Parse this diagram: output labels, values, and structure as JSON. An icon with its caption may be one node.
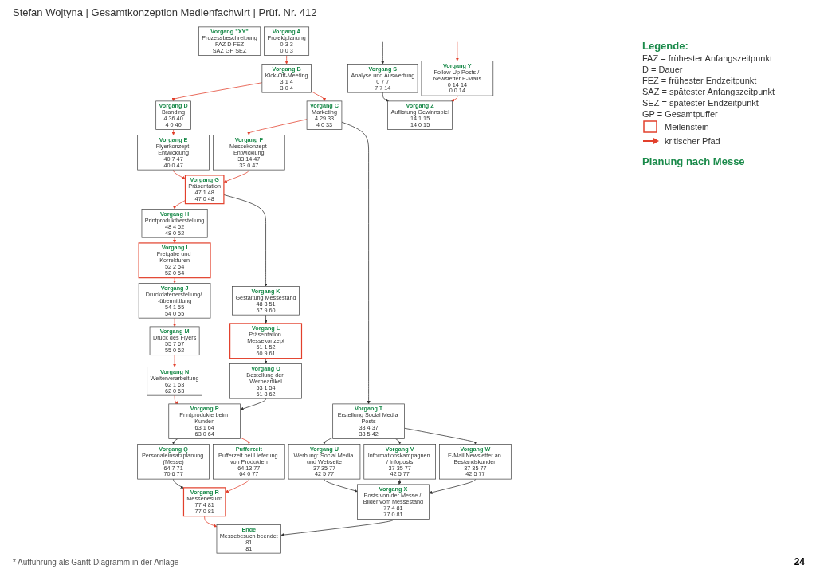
{
  "diagram": {
    "title": "Stefan Wojtyna | Gesamtkonzeption Medienfachwirt | Prüf. Nr. 412",
    "nodes": [
      {
        "text": [
          "Vorgang A",
          "Projektplanung",
          "0 3 3",
          "0 0 3"
        ]
      },
      {
        "text": [
          "Vorgang B",
          "Kick-Off-Meeting",
          "3 1 4",
          "3 0 4"
        ]
      },
      {
        "text": [
          "Vorgang C",
          "Marketing",
          "4 29 33",
          "4 0 33"
        ]
      },
      {
        "text": [
          "Vorgang D",
          "Branding",
          "4 36 40",
          "4 0 40"
        ]
      },
      {
        "text": [
          "Vorgang E",
          "Flyerkonzept Entwicklung",
          "40 7 47",
          "40 0 47"
        ]
      },
      {
        "text": [
          "Vorgang F",
          "Messekonzept Entwicklung",
          "33 14 47",
          "33 0 47"
        ]
      },
      {
        "text": [
          "Vorgang G",
          "Präsentation",
          "47 1 48",
          "47 0 48"
        ]
      },
      {
        "text": [
          "Vorgang H",
          "Printproduktherstellung",
          "48 4 52",
          "48 0 52"
        ]
      },
      {
        "text": [
          "Vorgang I",
          "Freigabe und Korrekturen",
          "52 2 54",
          "52 0 54"
        ]
      },
      {
        "text": [
          "Vorgang J",
          "Druckdatenerstellung/ -übermittlung",
          "54 1 55",
          "54 0 55"
        ]
      },
      {
        "text": [
          "Vorgang K",
          "Gestaltung Messestand",
          "48 3 51",
          "57 9 60"
        ]
      },
      {
        "text": [
          "Vorgang L",
          "Präsentation Messekonzept",
          "51 1 52",
          "60 9 61"
        ]
      },
      {
        "text": [
          "Vorgang M",
          "Druck des Flyers",
          "55 7 67",
          "55 0 62"
        ]
      },
      {
        "text": [
          "Vorgang N",
          "Weiterverarbeitung",
          "62 1 63",
          "62 0 63"
        ]
      },
      {
        "text": [
          "Vorgang O",
          "Bestellung der Werbeartikel",
          "53 1 54",
          "61 8 62"
        ]
      },
      {
        "text": [
          "Vorgang P",
          "Printprodukte beim Kunden",
          "63 1 64",
          "63 0 64"
        ]
      },
      {
        "text": [
          "Vorgang Q",
          "Personaleinsatzplanung (Messe)",
          "64 7 71",
          "70 6 77"
        ]
      },
      {
        "text": [
          "Pufferzeit",
          "Pufferzeit bei Lieferung von Produkten",
          "64 13 77",
          "64 0 77"
        ]
      },
      {
        "text": [
          "Vorgang R",
          "Messebesuch",
          "77 4 81",
          "77 0 81"
        ]
      },
      {
        "text": [
          "Vorgang T",
          "Erstellung Social Media Posts",
          "33 4 37",
          "38 5 42"
        ]
      },
      {
        "text": [
          "Vorgang U",
          "Werbung: Social Media und Webseite",
          "37 35 77",
          "42 5 77"
        ]
      },
      {
        "text": [
          "Vorgang V",
          "Informationskampagnen / Infoposts",
          "37 35 77",
          "42 5 77"
        ]
      },
      {
        "text": [
          "Vorgang W",
          "E-Mail Newsletter an Bestandskunden",
          "37 35 77",
          "42 5 77"
        ]
      },
      {
        "text": [
          "Vorgang X",
          "Posts von der Messe / Bilder vom Messestand",
          "77 4 81",
          "77 0 81"
        ]
      },
      {
        "text": [
          "Ende",
          "Messebesuch beendet",
          "81",
          "81"
        ]
      },
      {
        "text": [
          "Vorgang S",
          "Analyse und Auswertung",
          "0 7 7",
          "7 7 14"
        ]
      },
      {
        "text": [
          "Vorgang Y",
          "Follow-Up Posts / Newsletter E-Mails",
          "0 14 14",
          "0 0 14"
        ]
      },
      {
        "text": [
          "Vorgang Z",
          "Auflistung Gewinnspiel",
          "14 1 15",
          "14 0 15"
        ]
      },
      {
        "text": [
          "Vorgang \"XY\"",
          "Prozessbeschreibung",
          "FAZ D FEZ",
          "SAZ GP SEZ"
        ]
      }
    ],
    "edges": [
      {
        "from": 0,
        "to": 1,
        "arrow": "to"
      },
      {
        "from": 1,
        "to": 3,
        "arrow": "to"
      },
      {
        "from": 1,
        "to": 2,
        "arrow": "to"
      },
      {
        "from": 3,
        "to": 4,
        "arrow": "to"
      },
      {
        "from": 2,
        "to": 5,
        "arrow": "to"
      },
      {
        "from": 4,
        "to": 6,
        "arrow": "to"
      },
      {
        "from": 5,
        "to": 6,
        "arrow": "to"
      },
      {
        "from": 6,
        "to": 7,
        "arrow": "to"
      },
      {
        "from": 6,
        "to": 10,
        "arrow": "to",
        "color": "#333333"
      },
      {
        "from": 7,
        "to": 8,
        "arrow": "to"
      },
      {
        "from": 8,
        "to": 9,
        "arrow": "to"
      },
      {
        "from": 9,
        "to": 12,
        "arrow": "to"
      },
      {
        "from": 10,
        "to": 11,
        "arrow": "to",
        "color": "#333333"
      },
      {
        "from": 11,
        "to": 14,
        "arrow": "to",
        "color": "#333333"
      },
      {
        "from": 12,
        "to": 13,
        "arrow": "to"
      },
      {
        "from": 13,
        "to": 15,
        "arrow": "to"
      },
      {
        "from": 14,
        "to": 15,
        "arrow": "to",
        "color": "#333333"
      },
      {
        "from": 15,
        "to": 16,
        "arrow": "to",
        "color": "#333333"
      },
      {
        "from": 15,
        "to": 17,
        "arrow": "to"
      },
      {
        "from": 16,
        "to": 18,
        "arrow": "to",
        "color": "#333333"
      },
      {
        "from": 17,
        "to": 18,
        "arrow": "to"
      },
      {
        "from": 18,
        "to": 24,
        "arrow": "to"
      },
      {
        "from": 2,
        "to": 19,
        "arrow": "to",
        "color": "#333333"
      },
      {
        "from": 19,
        "to": 20,
        "arrow": "to",
        "color": "#333333"
      },
      {
        "from": 19,
        "to": 21,
        "arrow": "to",
        "color": "#333333"
      },
      {
        "from": 19,
        "to": 22,
        "arrow": "to",
        "color": "#333333"
      },
      {
        "from": 20,
        "to": 23,
        "arrow": "to",
        "color": "#333333"
      },
      {
        "from": 21,
        "to": 23,
        "arrow": "to",
        "color": "#333333"
      },
      {
        "from": 22,
        "to": 23,
        "arrow": "to",
        "color": "#333333"
      },
      {
        "from": 23,
        "to": 24,
        "arrow": "to",
        "color": "#333333"
      },
      {
        "from": null,
        "to": 25,
        "arrow": "to",
        "color": "#333333"
      },
      {
        "from": null,
        "to": 26,
        "arrow": "to"
      },
      {
        "from": 25,
        "to": 27,
        "arrow": "to",
        "color": "#333333"
      },
      {
        "from": 26,
        "to": 27,
        "arrow": "to"
      }
    ],
    "labels": [
      "Legende:",
      "FAZ = frühester Anfangszeitpunkt",
      "D = Dauer",
      "FEZ = frühester Endzeitpunkt",
      "SAZ = spätester Anfangszeitpunkt",
      "SEZ = spätester Endzeitpunkt",
      "GP = Gesamtpuffer",
      "Planung nach Messe",
      "* Aufführung als Gantt-Diagramm in der Anlage",
      "24"
    ],
    "legend": [
      {
        "text": "Meilenstein"
      },
      {
        "text": "kritischer Pfad"
      }
    ]
  }
}
